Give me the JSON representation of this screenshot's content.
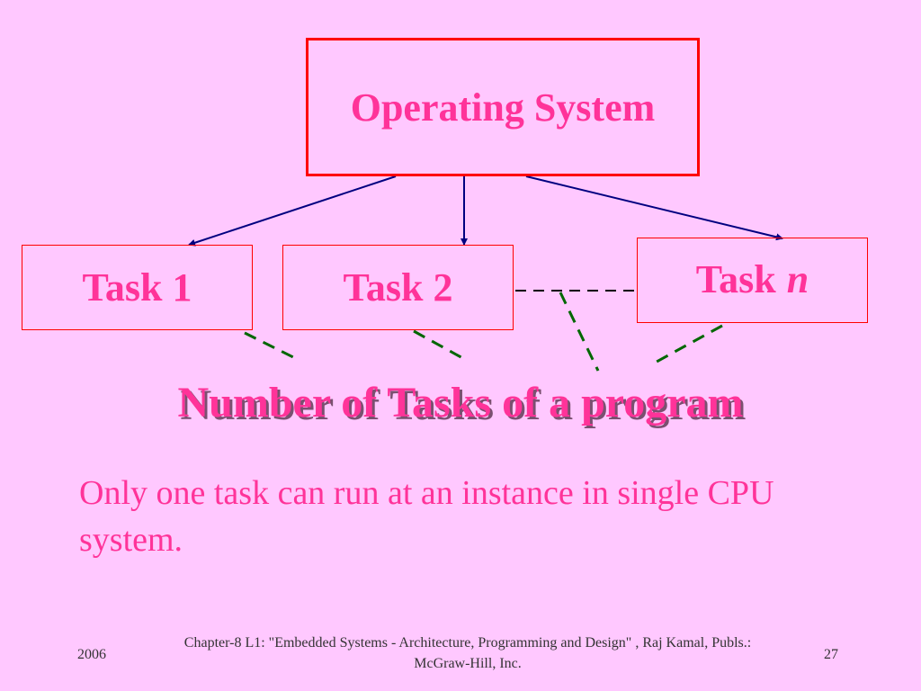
{
  "diagram": {
    "os_label": "Operating System",
    "task1_label": "Task 1",
    "task2_label": "Task 2",
    "taskn_prefix": "Task",
    "taskn_var": "n"
  },
  "heading": "Number of Tasks of a program",
  "body_text": "Only one task can run at an instance in single CPU system.",
  "footer": {
    "year": "2006",
    "citation": "Chapter-8 L1: \"Embedded Systems - Architecture, Programming and Design\" , Raj Kamal, Publs.: McGraw-Hill, Inc.",
    "page": "27"
  },
  "colors": {
    "background": "#ffc8ff",
    "text_accent": "#ff3399",
    "box_border": "#ff0000",
    "arrow": "#000080",
    "dash_line": "#006600",
    "heading_shadow": "#7a5070"
  }
}
